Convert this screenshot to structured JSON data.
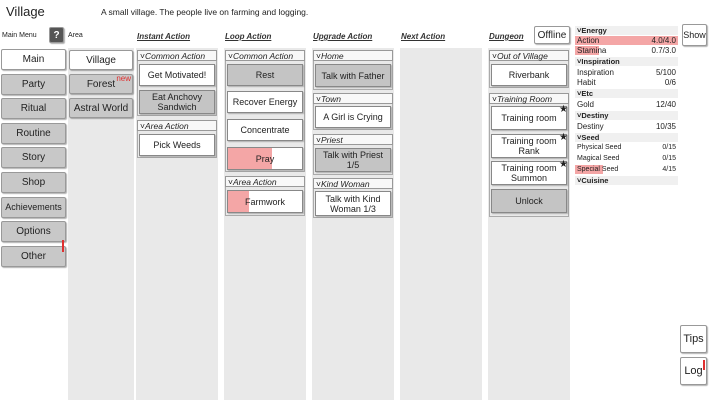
{
  "app": {
    "title": "Village",
    "description": "A small village. The people live on farming and logging."
  },
  "menu": {
    "label": "Main Menu",
    "help": "?",
    "items": [
      "Main",
      "Party",
      "Ritual",
      "Routine",
      "Story",
      "Shop",
      "Achievements",
      "Options",
      "Other"
    ]
  },
  "area": {
    "label": "Area",
    "items": [
      "Village",
      "Forest",
      "Astral World"
    ],
    "new_badge": "new"
  },
  "columns": {
    "instant": "Instant Action",
    "loop": "Loop Action",
    "upgrade": "Upgrade Action",
    "next": "Next Action",
    "dungeon": "Dungeon"
  },
  "instant": {
    "common_head": "Common Action",
    "get_motivated": "Get Motivated!",
    "eat_anchovy": "Eat Anchovy Sandwich",
    "area_head": "Area Action",
    "pick_weeds": "Pick Weeds"
  },
  "loop": {
    "common_head": "Common Action",
    "rest": "Rest",
    "recover_energy": "Recover Energy",
    "concentrate": "Concentrate",
    "pray": "Pray",
    "pray_progress": 0.6,
    "area_head": "Area Action",
    "farmwork": "Farmwork",
    "farmwork_progress": 0.28
  },
  "upgrade": {
    "home_head": "Home",
    "talk_father": "Talk with Father",
    "town_head": "Town",
    "girl_crying": "A Girl is Crying",
    "priest_head": "Priest",
    "talk_priest": "Talk with Priest 1/5",
    "kind_woman_head": "Kind Woman",
    "talk_kind_woman": "Talk with Kind Woman 1/3"
  },
  "dungeon": {
    "offline": "Offline",
    "out_head": "Out of Village",
    "riverbank": "Riverbank",
    "training_head": "Training Room",
    "training_room": "Training room",
    "training_rank": "Training room Rank",
    "training_summon": "Training room Summon",
    "unlock": "Unlock",
    "star": "★"
  },
  "stats": {
    "energy_head": "Energy",
    "action_label": "Action",
    "action_value": "4.0/4.0",
    "action_progress": 1.0,
    "stamina_label": "Stamina",
    "stamina_value": "0.7/3.0",
    "stamina_progress": 0.23,
    "inspiration_head": "Inspiration",
    "inspiration_label": "Inspiration",
    "inspiration_value": "5/100",
    "habit_label": "Habit",
    "habit_value": "0/6",
    "etc_head": "Etc",
    "gold_label": "Gold",
    "gold_value": "12/40",
    "destiny_head": "Destiny",
    "destiny_label": "Destiny",
    "destiny_value": "10/35",
    "seed_head": "Seed",
    "physical_label": "Physical Seed",
    "physical_value": "0/15",
    "magical_label": "Magical Seed",
    "magical_value": "0/15",
    "special_label": "Special Seed",
    "special_value": "4/15",
    "special_progress": 0.27,
    "cuisine_head": "Cuisine"
  },
  "right": {
    "show": "Show",
    "tips": "Tips",
    "log": "Log"
  },
  "colors": {
    "progress": "#f4a6a6",
    "column_bg": "#e9e9e9",
    "new_badge": "#e03030"
  }
}
